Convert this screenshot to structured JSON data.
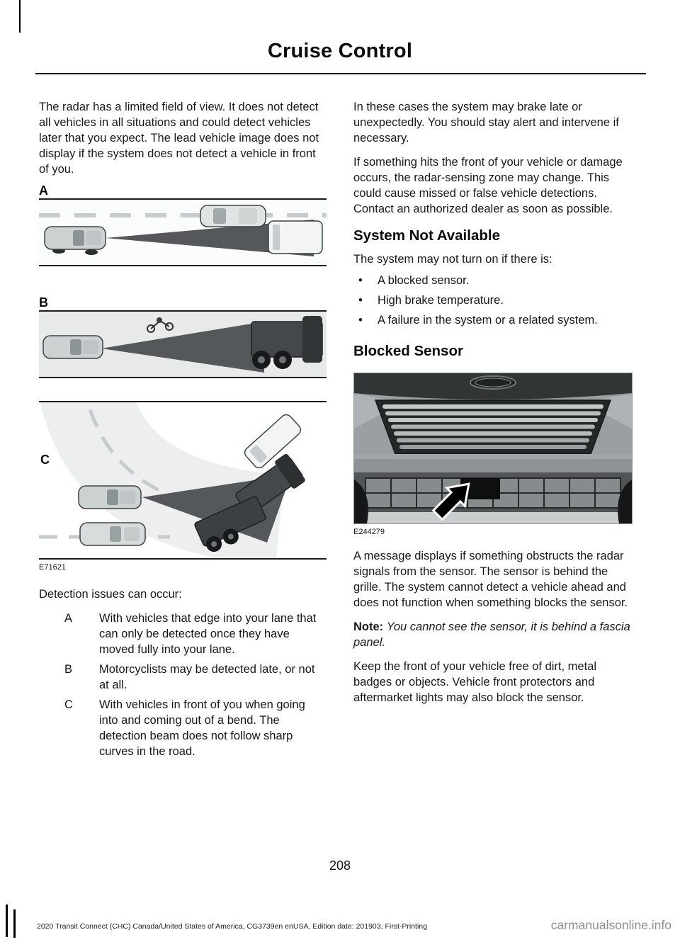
{
  "page": {
    "title": "Cruise Control",
    "page_number": "208",
    "footer": "2020 Transit Connect (CHC) Canada/United States of America, CG3739en enUSA, Edition date: 201903, First-Printing",
    "watermark": "carmanualsonline.info"
  },
  "left_column": {
    "intro": "The radar has a limited field of view. It does not detect all vehicles in all situations and could detect vehicles later that you expect. The lead vehicle image does not display if the system does not detect a vehicle in front of you.",
    "figures": [
      {
        "label": "A"
      },
      {
        "label": "B"
      },
      {
        "label": "C"
      }
    ],
    "figure_caption": "E71621",
    "detection_intro": "Detection issues can occur:",
    "items": [
      {
        "key": "A",
        "text": "With vehicles that edge into your lane that can only be detected once they have moved fully into your lane."
      },
      {
        "key": "B",
        "text": "Motorcyclists may be detected late, or not at all."
      },
      {
        "key": "C",
        "text": "With vehicles in front of you when going into and coming out of a bend. The detection beam does not follow sharp curves in the road."
      }
    ]
  },
  "right_column": {
    "para1": "In these cases the system may brake late or unexpectedly. You should stay alert and intervene if necessary.",
    "para2": "If something hits the front of your vehicle or damage occurs, the radar-sensing zone may change. This could cause missed or false vehicle detections. Contact an authorized dealer as soon as possible.",
    "heading_system": "System Not Available",
    "para3": "The system may not turn on if there is:",
    "bullet_glyph": "•",
    "bullets": [
      "A blocked sensor.",
      "High brake temperature.",
      "A failure in the system or a related system."
    ],
    "heading_blocked": "Blocked Sensor",
    "figure_caption": "E244279",
    "para4": "A message displays if something obstructs the radar signals from the sensor.  The sensor is behind the grille.  The system cannot detect a vehicle ahead and does not function when something blocks the sensor.",
    "note_label": "Note:",
    "note_text": "You cannot see the sensor, it is behind a fascia panel.",
    "para5": "Keep the front of your vehicle free of dirt, metal badges or objects. Vehicle front protectors and aftermarket lights may also block the sensor."
  }
}
